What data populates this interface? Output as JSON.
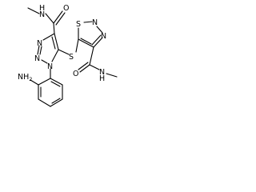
{
  "molecule": {
    "atoms": {
      "n_amide_top": "N",
      "h_amide_top": "H",
      "o_amide_top": "O",
      "n_triazole_3": "N",
      "n_triazole_2": "N",
      "n_triazole_1": "N",
      "s_bridge": "S",
      "s_thiadiazole": "S",
      "n_thiadiazole_2": "N",
      "n_thiadiazole_3": "N",
      "o_amide_right": "O",
      "n_amide_right": "N",
      "h_amide_right": "H",
      "n_amine": "NH",
      "amine_h2_sub": "2"
    }
  }
}
